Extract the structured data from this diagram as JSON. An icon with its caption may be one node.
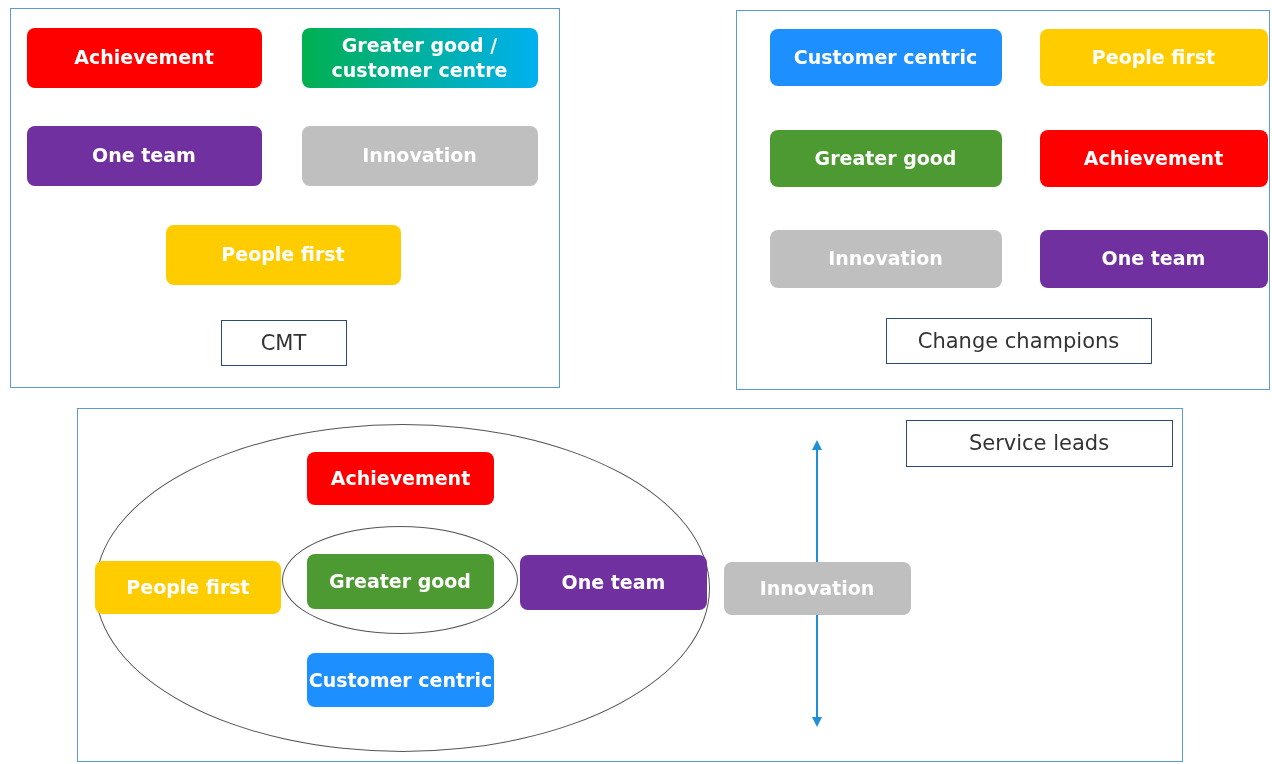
{
  "diagram": {
    "nodes": [
      {
        "text": [],
        "shape": "box"
      },
      {
        "text": [
          "Achievement"
        ],
        "in": 0
      },
      {
        "text": [
          "Greater good / customer centre"
        ],
        "in": 0
      },
      {
        "text": [
          "One team"
        ],
        "in": 0
      },
      {
        "text": [
          "Innovation"
        ],
        "in": 0
      },
      {
        "text": [
          "People first"
        ],
        "in": 0
      },
      {
        "text": [
          "CMT"
        ],
        "in": 0
      },
      {
        "text": [],
        "shape": "box"
      },
      {
        "text": [
          "Customer centric"
        ],
        "in": 7
      },
      {
        "text": [
          "People first"
        ],
        "in": 7
      },
      {
        "text": [
          "Greater good"
        ],
        "in": 7
      },
      {
        "text": [
          "Achievement"
        ],
        "in": 7
      },
      {
        "text": [
          "Innovation"
        ],
        "in": 7
      },
      {
        "text": [
          "One team"
        ],
        "in": 7
      },
      {
        "text": [
          "Change champions"
        ],
        "in": 7
      },
      {
        "text": [],
        "shape": "box"
      },
      {
        "text": [],
        "shape": "ellipse",
        "in": 15
      },
      {
        "text": [],
        "shape": "ellipse",
        "in": 16
      },
      {
        "text": [
          "Achievement"
        ],
        "in": 16
      },
      {
        "text": [
          "Greater good"
        ],
        "in": 17
      },
      {
        "text": [
          "People first"
        ],
        "in": 16
      },
      {
        "text": [
          "One team"
        ],
        "in": 16
      },
      {
        "text": [
          "Customer centric"
        ],
        "in": 16
      },
      {
        "text": [
          "Innovation"
        ],
        "in": 15
      },
      {
        "text": [
          "Service leads"
        ],
        "in": 15
      }
    ],
    "edges": []
  }
}
